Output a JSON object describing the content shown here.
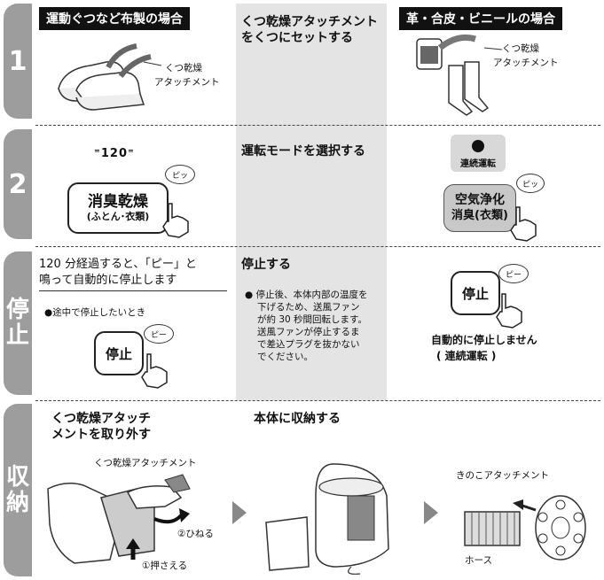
{
  "row1": {
    "step": "1",
    "left_header": "運動ぐつなど布製の場合",
    "left_label": [
      "くつ乾燥",
      "アタッチメント"
    ],
    "mid_title": [
      "くつ乾燥アタッチメント",
      "をくつにセットする"
    ],
    "right_header": "革・合皮・ビニールの場合",
    "right_label": [
      "くつ乾燥",
      "アタッチメント"
    ]
  },
  "row2": {
    "step": "2",
    "display": "120",
    "left_button": [
      "消臭乾燥",
      "(ふとん･衣類)"
    ],
    "beep": "ピッ",
    "mid_title": "運転モードを選択する",
    "right_indicator": "連続運転",
    "right_button": [
      "空気浄化",
      "消臭(衣類)"
    ]
  },
  "row3": {
    "step": [
      "停",
      "止"
    ],
    "left_title": [
      "120 分経過すると、「ピー」と",
      "鳴って自動的に停止します"
    ],
    "left_note": "●途中で停止したいとき",
    "stop_button": "停止",
    "beep_long": "ピー",
    "mid_title": "停止する",
    "mid_note": [
      "● 停止後、本体内部の温度を",
      "下げるため、送風ファン",
      "が約 30 秒間回転します。",
      "送風ファンが停止するま",
      "で差込プラグを抜かない",
      "でください。"
    ],
    "right_note": [
      "自動的に停止しません",
      "( 連続運転 )"
    ]
  },
  "row4": {
    "step": [
      "収",
      "納"
    ],
    "left_title": [
      "くつ乾燥アタッチ",
      "メントを取り外す"
    ],
    "attach_label": "くつ乾燥アタッチメント",
    "twist_label": "②ひねる",
    "press_label": "①押さえる",
    "mid_title": "本体に収納する",
    "mushroom_label": "きのこアタッチメント",
    "hose_label": "ホース"
  }
}
